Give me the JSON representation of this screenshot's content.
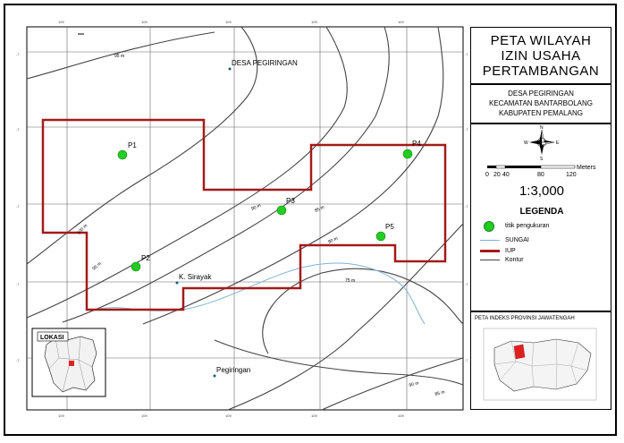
{
  "map": {
    "title_lines": [
      "PETA WILAYAH",
      "IZIN USAHA",
      "PERTAMBANGAN"
    ],
    "subtitle_lines": [
      "DESA PEGIRINGAN",
      "KECAMATAN BANTARBOLANG",
      "KABUPATEN PEMALANG"
    ],
    "scale_text": "1:3,000",
    "scale_bar": {
      "ticks": [
        "0",
        "20",
        "40",
        "80",
        "120"
      ],
      "unit": "Meters"
    },
    "legend": {
      "title": "LEGENDA",
      "items": [
        {
          "label": "titik pengukuran",
          "symbol": "green-circle",
          "color": "#22cc22"
        },
        {
          "label": "SUNGAI",
          "symbol": "line",
          "color": "#7fb2d8"
        },
        {
          "label": "IUP",
          "symbol": "thick-line",
          "color": "#a31a1a"
        },
        {
          "label": "Kontur",
          "symbol": "line",
          "color": "#444444"
        }
      ]
    },
    "inset_title": "PETA INDEKS PROVINSI JAWATENGAH",
    "lokasi_label": "LOKASI",
    "places": [
      {
        "label": "DESA PEGIRINGAN"
      },
      {
        "label": "K. Sirayak"
      },
      {
        "label": "Pegiringan"
      }
    ],
    "points": [
      {
        "label": "P1"
      },
      {
        "label": "P2"
      },
      {
        "label": "P3"
      },
      {
        "label": "P4"
      },
      {
        "label": "P5"
      }
    ],
    "contour_labels": [
      "95 m",
      "100 m",
      "95 m",
      "90 m",
      "85 m",
      "80 m",
      "75 m",
      "90 m",
      "85 m"
    ],
    "grid_tick_prefix": "109",
    "side_tick_prefix": "-7",
    "colors": {
      "iup": "#a31a1a",
      "point": "#22cc22",
      "river": "#7fb2d8",
      "contour": "#444444"
    }
  }
}
